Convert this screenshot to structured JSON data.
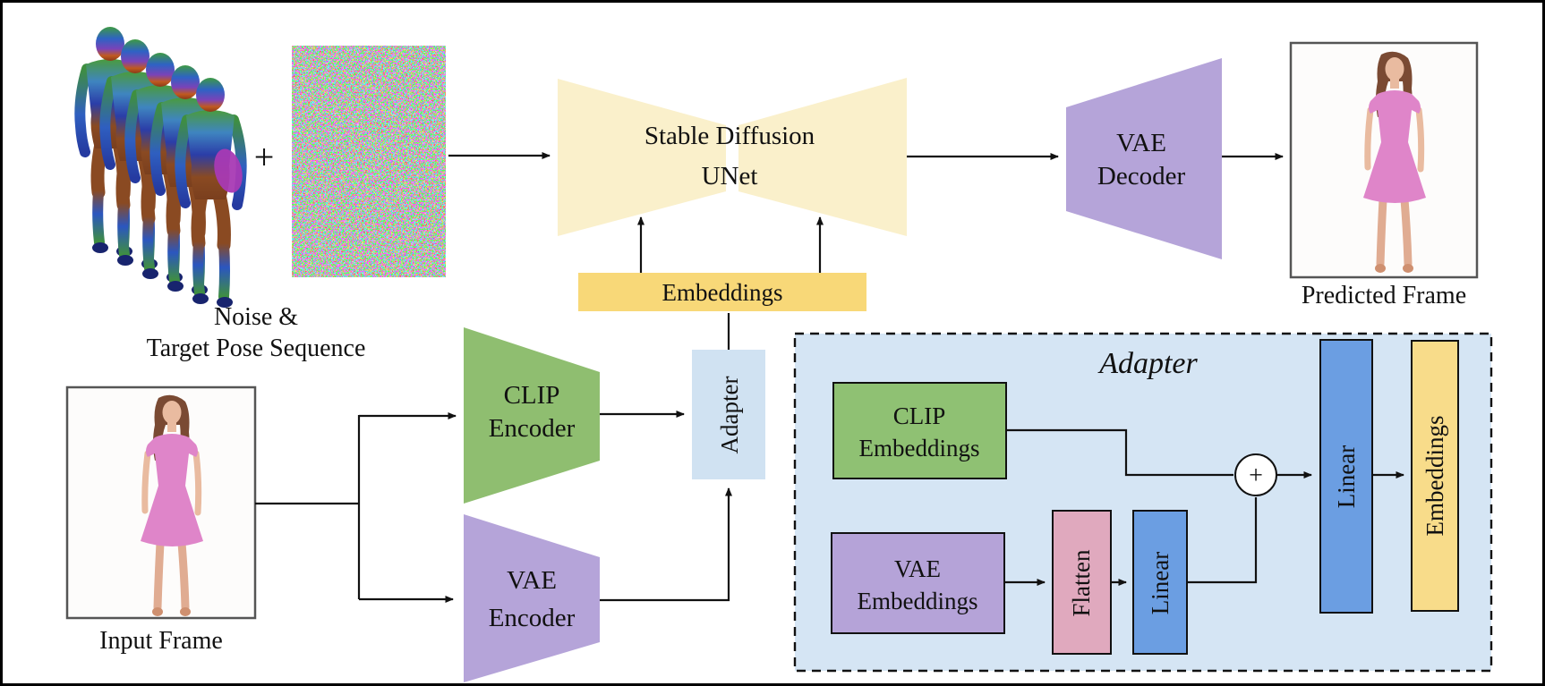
{
  "top_flow": {
    "plus_sign": "+",
    "noise_pose_label_line1": "Noise &",
    "noise_pose_label_line2": "Target Pose Sequence",
    "unet_label_line1": "Stable Diffusion",
    "unet_label_line2": "UNet",
    "embeddings_bar_label": "Embeddings",
    "vae_decoder_label_line1": "VAE",
    "vae_decoder_label_line2": "Decoder",
    "predicted_frame_label": "Predicted Frame"
  },
  "bottom_flow": {
    "input_frame_label": "Input Frame",
    "clip_encoder_label_line1": "CLIP",
    "clip_encoder_label_line2": "Encoder",
    "vae_encoder_label_line1": "VAE",
    "vae_encoder_label_line2": "Encoder",
    "adapter_box_label": "Adapter"
  },
  "adapter_detail": {
    "title": "Adapter",
    "clip_embeddings_line1": "CLIP",
    "clip_embeddings_line2": "Embeddings",
    "vae_embeddings_line1": "VAE",
    "vae_embeddings_line2": "Embeddings",
    "flatten_label": "Flatten",
    "linear1_label": "Linear",
    "sum_symbol": "+",
    "linear2_label": "Linear",
    "embeddings_label": "Embeddings"
  },
  "colors": {
    "unet_fill": "#faf0cb",
    "embeddings_bar": "#f8d878",
    "clip_green": "#8fbe70",
    "vae_purple": "#b5a4d9",
    "adapter_blue": "#d0e2f2",
    "adapter_panel": "#d5e5f4",
    "clip_emb_green": "#8fc173",
    "vae_emb_purple": "#b5a3d8",
    "flatten_pink": "#e0a9be",
    "linear_blue": "#6b9ee2",
    "embeddings_tall_yellow": "#f8dc8a",
    "dress_pink": "#df85c9"
  }
}
